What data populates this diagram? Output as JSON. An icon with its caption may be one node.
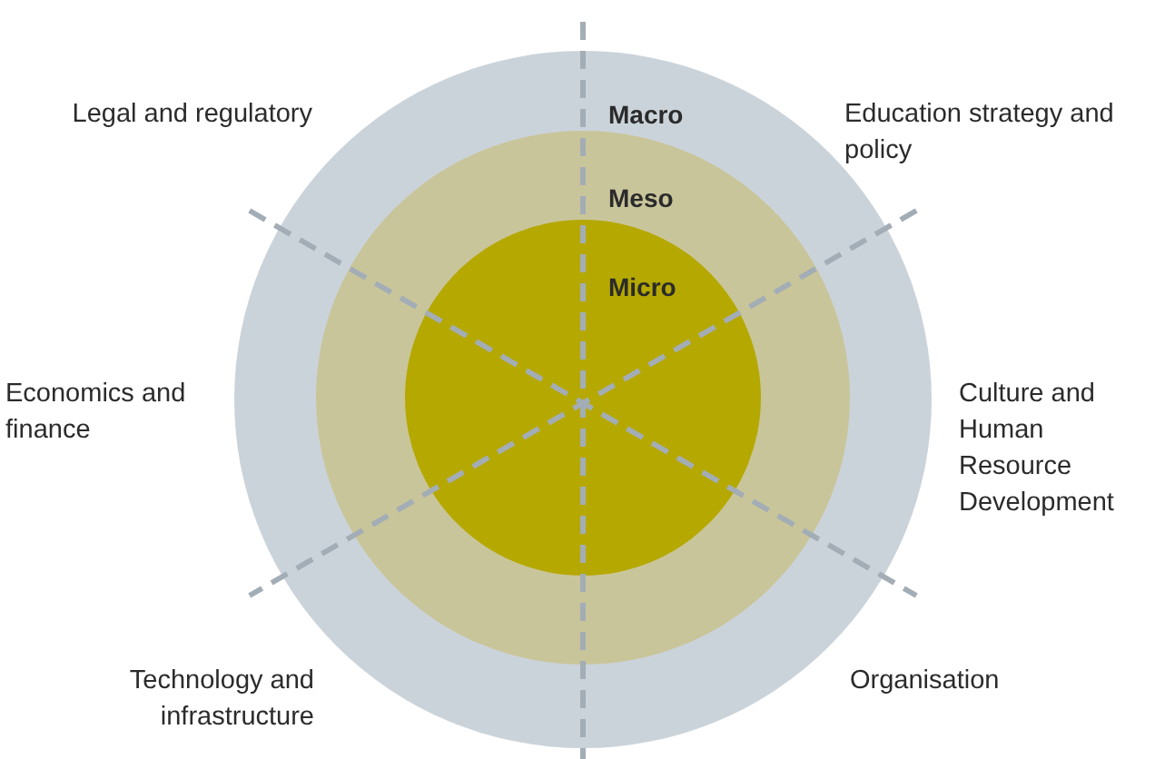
{
  "diagram": {
    "nodes": [
      {
        "text": [
          "Macro"
        ]
      },
      {
        "text": [
          "Meso"
        ],
        "in": 0
      },
      {
        "text": [
          "Micro"
        ],
        "in": 1
      }
    ],
    "labels": [
      "Legal and regulatory",
      "Education strategy and policy",
      "Economics and finance",
      "Culture and Human Resource Development",
      "Technology and infrastructure",
      "Organisation"
    ]
  }
}
